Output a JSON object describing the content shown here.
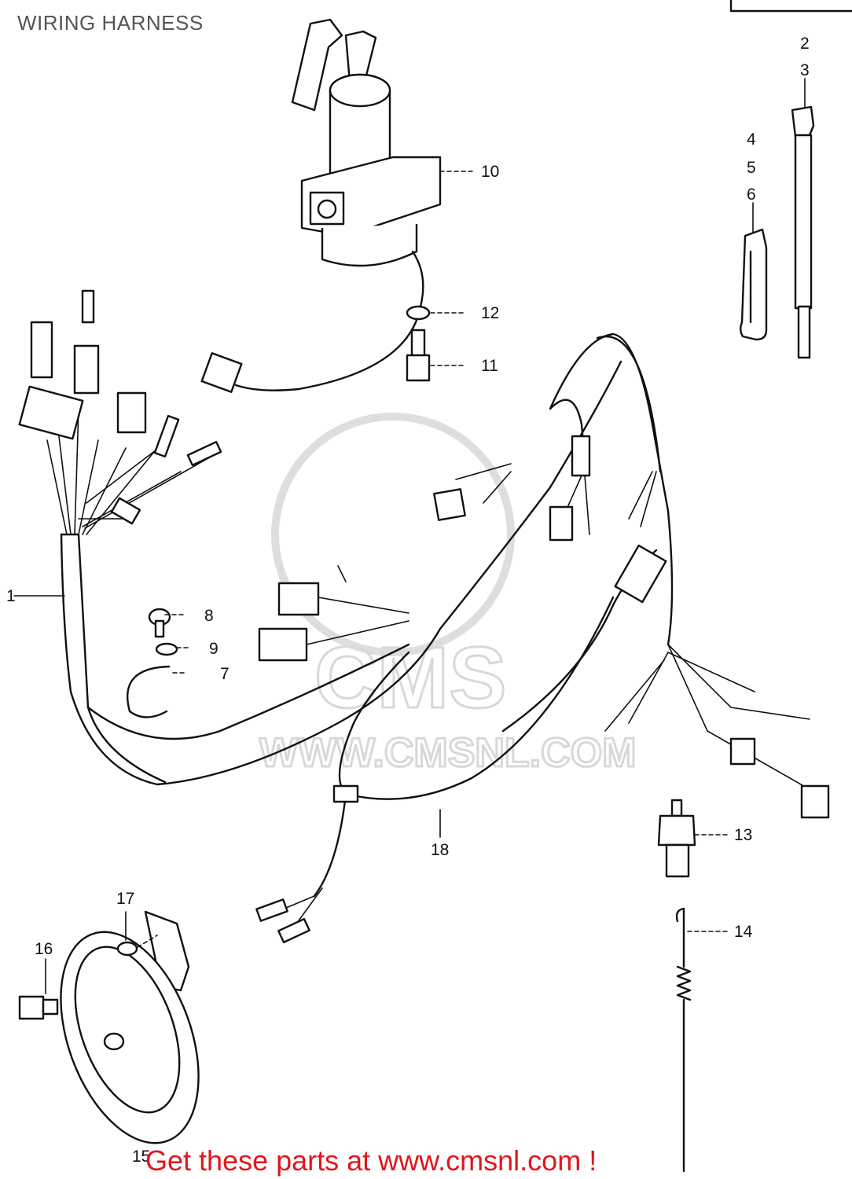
{
  "title": "WIRING HARNESS",
  "watermark": {
    "brand": "CMS",
    "url": "WWW.CMSNL.COM"
  },
  "footer_text": "Get these parts at www.cmsnl.com !",
  "colors": {
    "footer": "#e4141b",
    "line": "#111111",
    "watermark": "#d8d8d8"
  },
  "callouts": {
    "c1": "1",
    "c2": "2",
    "c3": "3",
    "c4": "4",
    "c5": "5",
    "c6": "6",
    "c7": "7",
    "c8": "8",
    "c9": "9",
    "c10": "10",
    "c11": "11",
    "c12": "12",
    "c13": "13",
    "c14": "14",
    "c15": "15",
    "c16": "16",
    "c17": "17",
    "c18": "18"
  }
}
